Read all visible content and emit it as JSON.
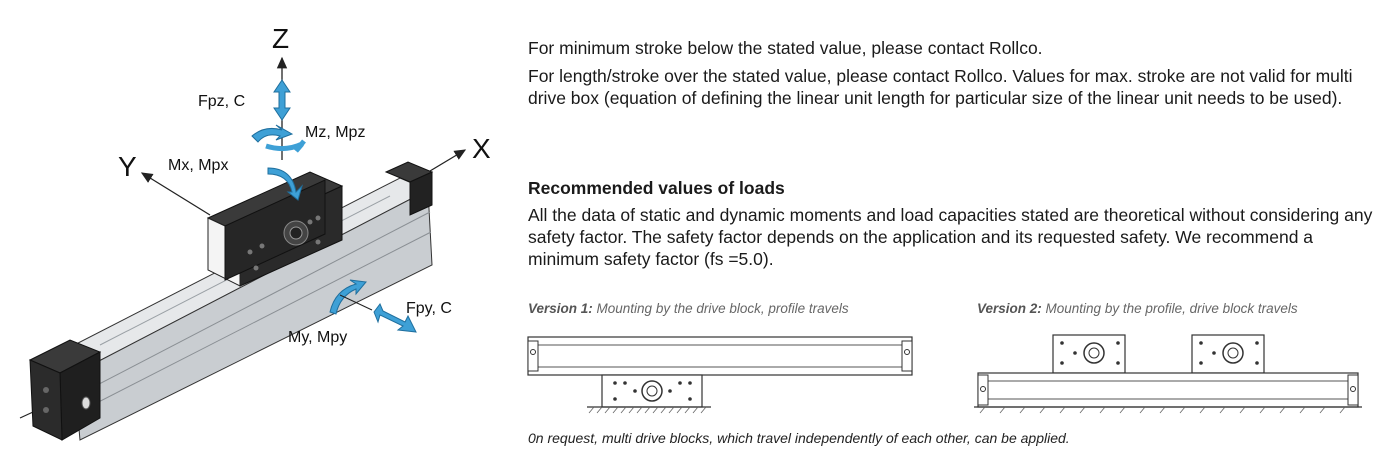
{
  "diagram": {
    "axes": {
      "z": "Z",
      "x": "X",
      "y": "Y"
    },
    "loads": {
      "fpz": "Fpz, C",
      "mz": "Mz, Mpz",
      "mx": "Mx, Mpx",
      "fpy": "Fpy, C",
      "my": "My, Mpy"
    },
    "colors": {
      "arrow": "#3ea0d6",
      "arrow_dark": "#1f6f9e",
      "profile": "#cfd3d6",
      "endcap": "#2a2a2a",
      "carriage_white": "#f4f4f4"
    }
  },
  "text": {
    "p1": "For minimum stroke below the stated value, please contact Rollco.",
    "p2": "For length/stroke over the stated value, please contact Rollco. Values for max. stroke are not valid for multi drive box (equation of defining the linear unit length for particular size of the linear unit needs to be used).",
    "heading": "Recommended values of loads",
    "p3": "All the data of static and dynamic moments and load capacities stated are theoretical without considering any safety factor. The safety factor depends on the application and its requested safety. We recommend a minimum safety factor (fs =5.0)."
  },
  "versions": {
    "v1": {
      "label": "Version 1:",
      "text": " Mounting by the drive block, profile travels"
    },
    "v2": {
      "label": "Version 2:",
      "text": " Mounting by the profile, drive block travels"
    }
  },
  "footnote": "0n request, multi drive blocks, which travel independently of each other, can be applied."
}
